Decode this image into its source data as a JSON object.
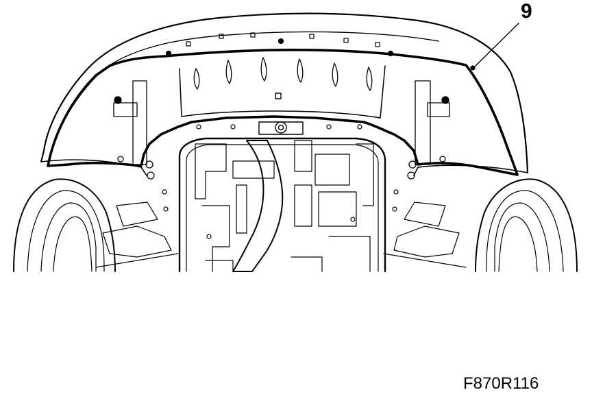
{
  "callouts": [
    {
      "label": "9",
      "target": "spoiler-strip"
    }
  ],
  "figure_code": "F870R116",
  "colors": {
    "line": "#000000",
    "background": "#ffffff"
  }
}
